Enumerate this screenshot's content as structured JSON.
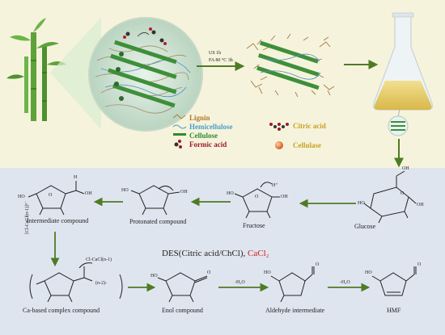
{
  "colors": {
    "top_bg": "#f6f3dc",
    "bottom_bg": "#dfe5ef",
    "arrow": "#4f7b24",
    "lignin": "#b07a2e",
    "hemicellulose": "#4a9ec8",
    "cellulose": "#2f8a2f",
    "formic": "#a0182a",
    "citric": "#c9a020",
    "cellulase": "#c9a020",
    "cacl2": "#d21a1a"
  },
  "conditions": {
    "line1": "US 1h",
    "line2": "FA 80 °C 3h"
  },
  "legend": {
    "lignin": "Lignin",
    "hemicellulose": "Hemicellulose",
    "cellulose": "Cellulose",
    "formic_acid": "Formic acid",
    "citric_acid": "Citric acid",
    "cellulase": "Cellulase"
  },
  "compounds": {
    "intermediate": "Intermediate compound",
    "protonated": "Protonated compound",
    "fructose": "Fructose",
    "glucose": "Glucose",
    "ca_complex": "Ca-based complex compound",
    "enol": "Enol compound",
    "aldehyde": "Aldehyde intermediate",
    "hmf": "HMF"
  },
  "reagents": {
    "des": "DES(Citric acid/ChCl), ",
    "cacl2": "CaCl₂",
    "water_loss_1": "-H₂O",
    "water_loss_2": "-H₂O",
    "complex_charge": "(n-2)-",
    "cl_cacl": "Cl-CaCl(n-1)",
    "vertical_label": "[Cl-CaCl(n-1)]ⁿ⁻"
  },
  "atoms": {
    "oh": "OH",
    "ho": "HO",
    "h": "H",
    "o": "O",
    "h_plus": "H⁺"
  }
}
